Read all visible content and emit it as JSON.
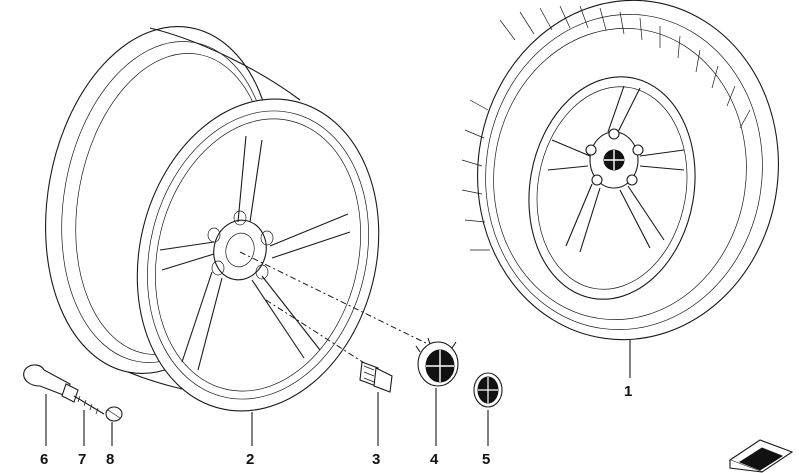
{
  "diagram": {
    "callouts": [
      {
        "id": "1",
        "label": "1"
      },
      {
        "id": "2",
        "label": "2"
      },
      {
        "id": "3",
        "label": "3"
      },
      {
        "id": "4",
        "label": "4"
      },
      {
        "id": "5",
        "label": "5"
      },
      {
        "id": "6",
        "label": "6"
      },
      {
        "id": "7",
        "label": "7"
      },
      {
        "id": "8",
        "label": "8"
      }
    ],
    "colors": {
      "line": "#1a1a1a",
      "background": "#ffffff",
      "emblem_dark": "#111111"
    }
  }
}
